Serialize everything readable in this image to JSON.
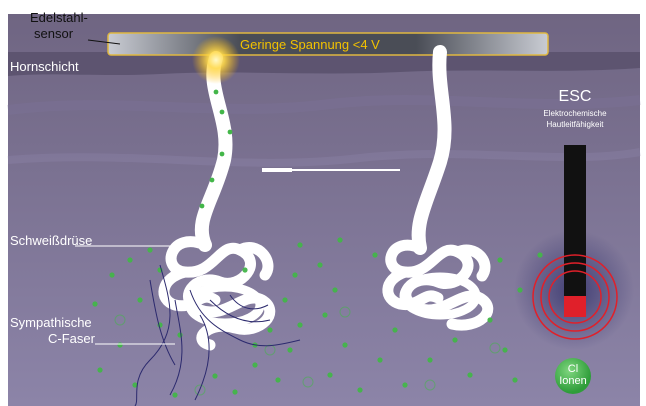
{
  "labels": {
    "sensor_line1": "Edelstahl-",
    "sensor_line2": "sensor",
    "voltage": "Geringe Spannung <4 V",
    "stratum": "Hornschicht",
    "sweat_gland": "Schweißdrüse",
    "nerve_line1": "Sympathische",
    "nerve_line2": "C-Faser",
    "esc_title": "ESC",
    "esc_sub_line1": "Elektrochemische",
    "esc_sub_line2": "Hautleitfähigkeit",
    "ion_line1": "Cl",
    "ion_line2": "Ionen"
  },
  "gauge": {
    "level": 0.12
  },
  "colors": {
    "skin_top": "#6e6480",
    "skin_bottom": "#8b82a6",
    "stratum": "#5e5570",
    "sensor_gold": "#e0b840",
    "ion_green": "#43b649",
    "gauge_red": "#e0202a",
    "glow": "#ffe04a"
  }
}
